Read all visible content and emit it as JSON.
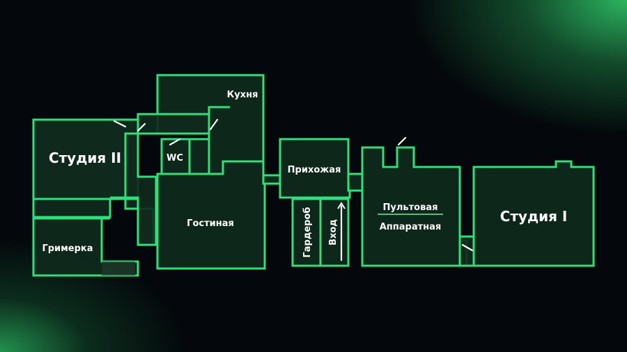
{
  "floor_plan": {
    "rooms": {
      "studio_2": "Студия II",
      "kitchen": "Кухня",
      "wc": "WC",
      "makeup": "Гримерка",
      "living_room": "Гостиная",
      "hallway": "Прихожая",
      "wardrobe": "Гардероб",
      "entrance": "Вход",
      "control_room": "Пультовая",
      "equipment_room": "Аппаратная",
      "studio_1": "Студия I"
    }
  },
  "colors": {
    "wall": "#2ee07a",
    "room_fill": "#0f2a1d",
    "door": "#ffffff",
    "background": "#04070b",
    "glow": "#2ebe64"
  }
}
